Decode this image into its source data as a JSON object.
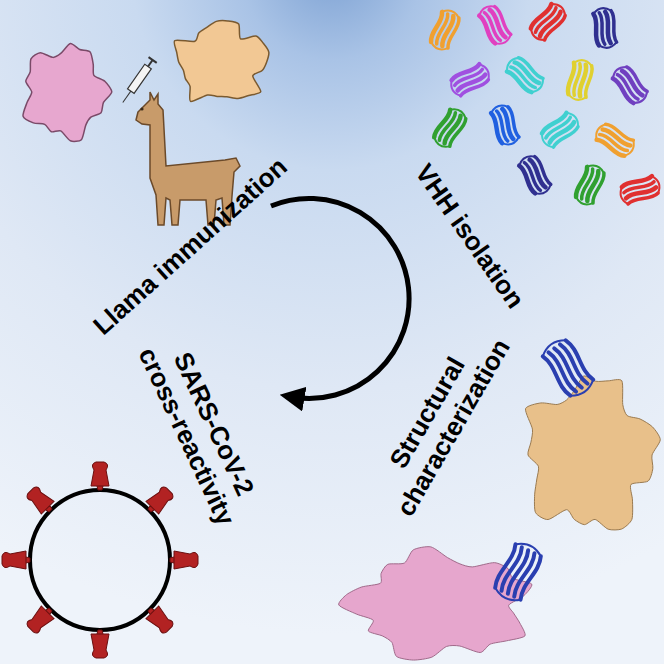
{
  "diagram": {
    "labels": [
      "Llama immunization",
      "VHH isolation",
      "Structural characterization",
      "SARS-CoV-2 cross-reactivity"
    ]
  }
}
